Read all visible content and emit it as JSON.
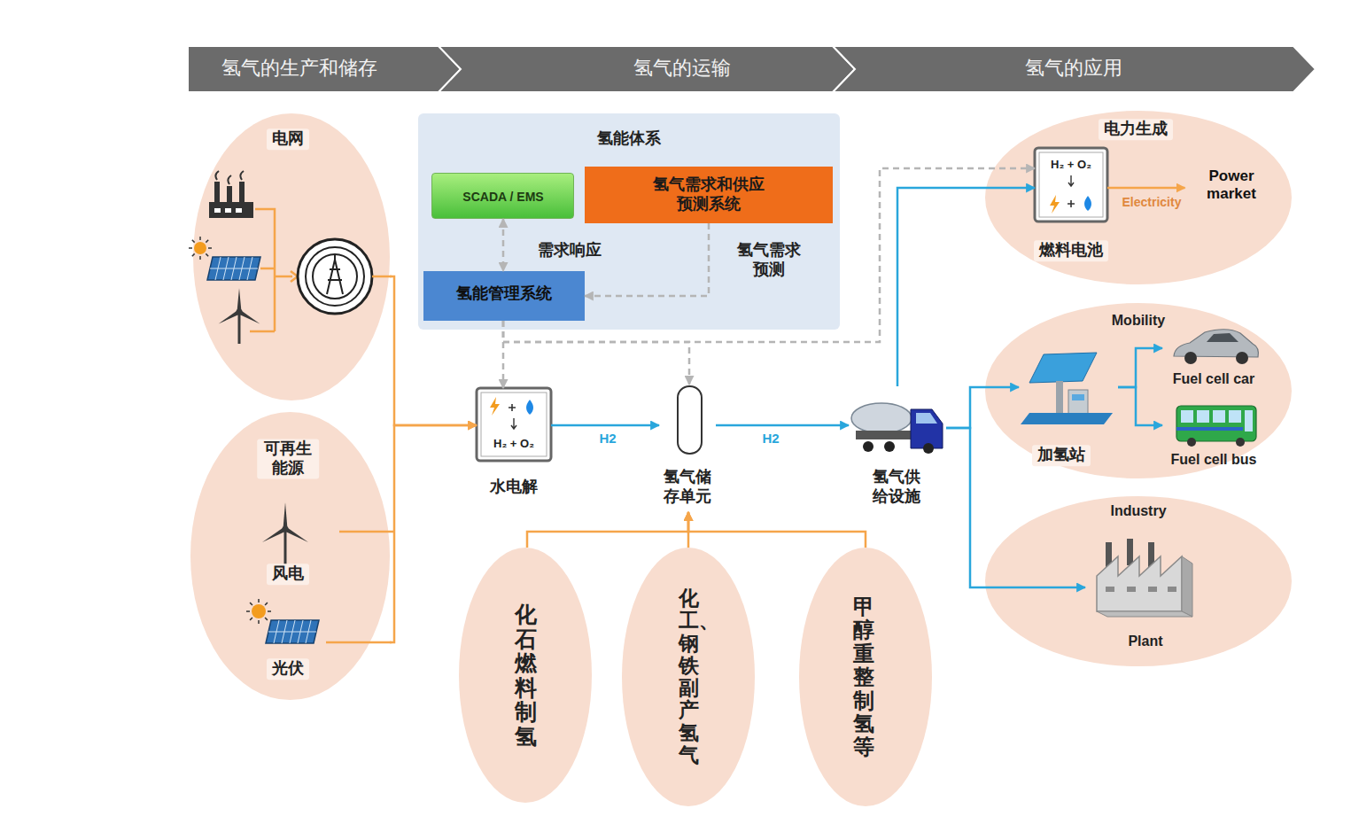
{
  "diagram": {
    "nodes": [
      {
        "text": [
          "氢气的生产和储存"
        ]
      },
      {
        "text": [
          "氢气的运输"
        ]
      },
      {
        "text": [
          "氢气的应用"
        ]
      },
      {
        "text": [
          "电网"
        ]
      },
      {
        "text": [
          "可再生能源",
          "风电",
          "光伏"
        ]
      },
      {
        "text": [
          "氢能体系"
        ]
      },
      {
        "text": [
          "SCADA / EMS"
        ],
        "in": 5
      },
      {
        "text": [
          "氢气需求和供应预测系统"
        ],
        "in": 5
      },
      {
        "text": [
          "氢能管理系统"
        ],
        "in": 5
      },
      {
        "text": [
          "H₂ + O₂",
          "水电解"
        ]
      },
      {
        "text": [
          "氢气储存单元"
        ]
      },
      {
        "text": [
          "氢气供给设施"
        ]
      },
      {
        "text": [
          "电力生成"
        ]
      },
      {
        "text": [
          "H₂ + O₂",
          "燃料电池"
        ],
        "in": 12
      },
      {
        "text": [
          "Power market"
        ],
        "in": 12
      },
      {
        "text": [
          "Mobility"
        ]
      },
      {
        "text": [
          "加氢站"
        ],
        "in": 15
      },
      {
        "text": [
          "Fuel cell car"
        ],
        "in": 15
      },
      {
        "text": [
          "Fuel cell bus"
        ],
        "in": 15
      },
      {
        "text": [
          "Industry"
        ]
      },
      {
        "text": [
          "Plant"
        ],
        "in": 19
      },
      {
        "text": [
          "化石燃料制氢"
        ]
      },
      {
        "text": [
          "化工、钢铁副产氢气"
        ]
      },
      {
        "text": [
          "甲醇重整制氢等"
        ]
      }
    ],
    "edges": [
      {
        "from": 3,
        "to": 9,
        "arrow": "to"
      },
      {
        "from": 4,
        "to": 9,
        "arrow": "to"
      },
      {
        "from": 6,
        "to": 8,
        "arrow": "both",
        "label": "需求响应"
      },
      {
        "from": 7,
        "to": 8,
        "arrow": "to",
        "label": "氢气需求预测"
      },
      {
        "from": 8,
        "to": 9,
        "arrow": "to"
      },
      {
        "from": 8,
        "to": 10,
        "arrow": "to"
      },
      {
        "from": 8,
        "to": 13,
        "arrow": "to"
      },
      {
        "from": 9,
        "to": 10,
        "arrow": "to",
        "label": "H2"
      },
      {
        "from": 10,
        "to": 11,
        "arrow": "to",
        "label": "H2"
      },
      {
        "from": 11,
        "to": 13,
        "arrow": "to"
      },
      {
        "from": 11,
        "to": 16,
        "arrow": "to"
      },
      {
        "from": 11,
        "to": 20,
        "arrow": "to"
      },
      {
        "from": 13,
        "to": 14,
        "arrow": "to",
        "label": "Electricity"
      },
      {
        "from": 16,
        "to": 17,
        "arrow": "to"
      },
      {
        "from": 16,
        "to": 18,
        "arrow": "to"
      },
      {
        "from": 21,
        "to": 10,
        "arrow": "to"
      },
      {
        "from": 22,
        "to": 10,
        "arrow": "to"
      },
      {
        "from": 23,
        "to": 10,
        "arrow": "to"
      }
    ]
  }
}
